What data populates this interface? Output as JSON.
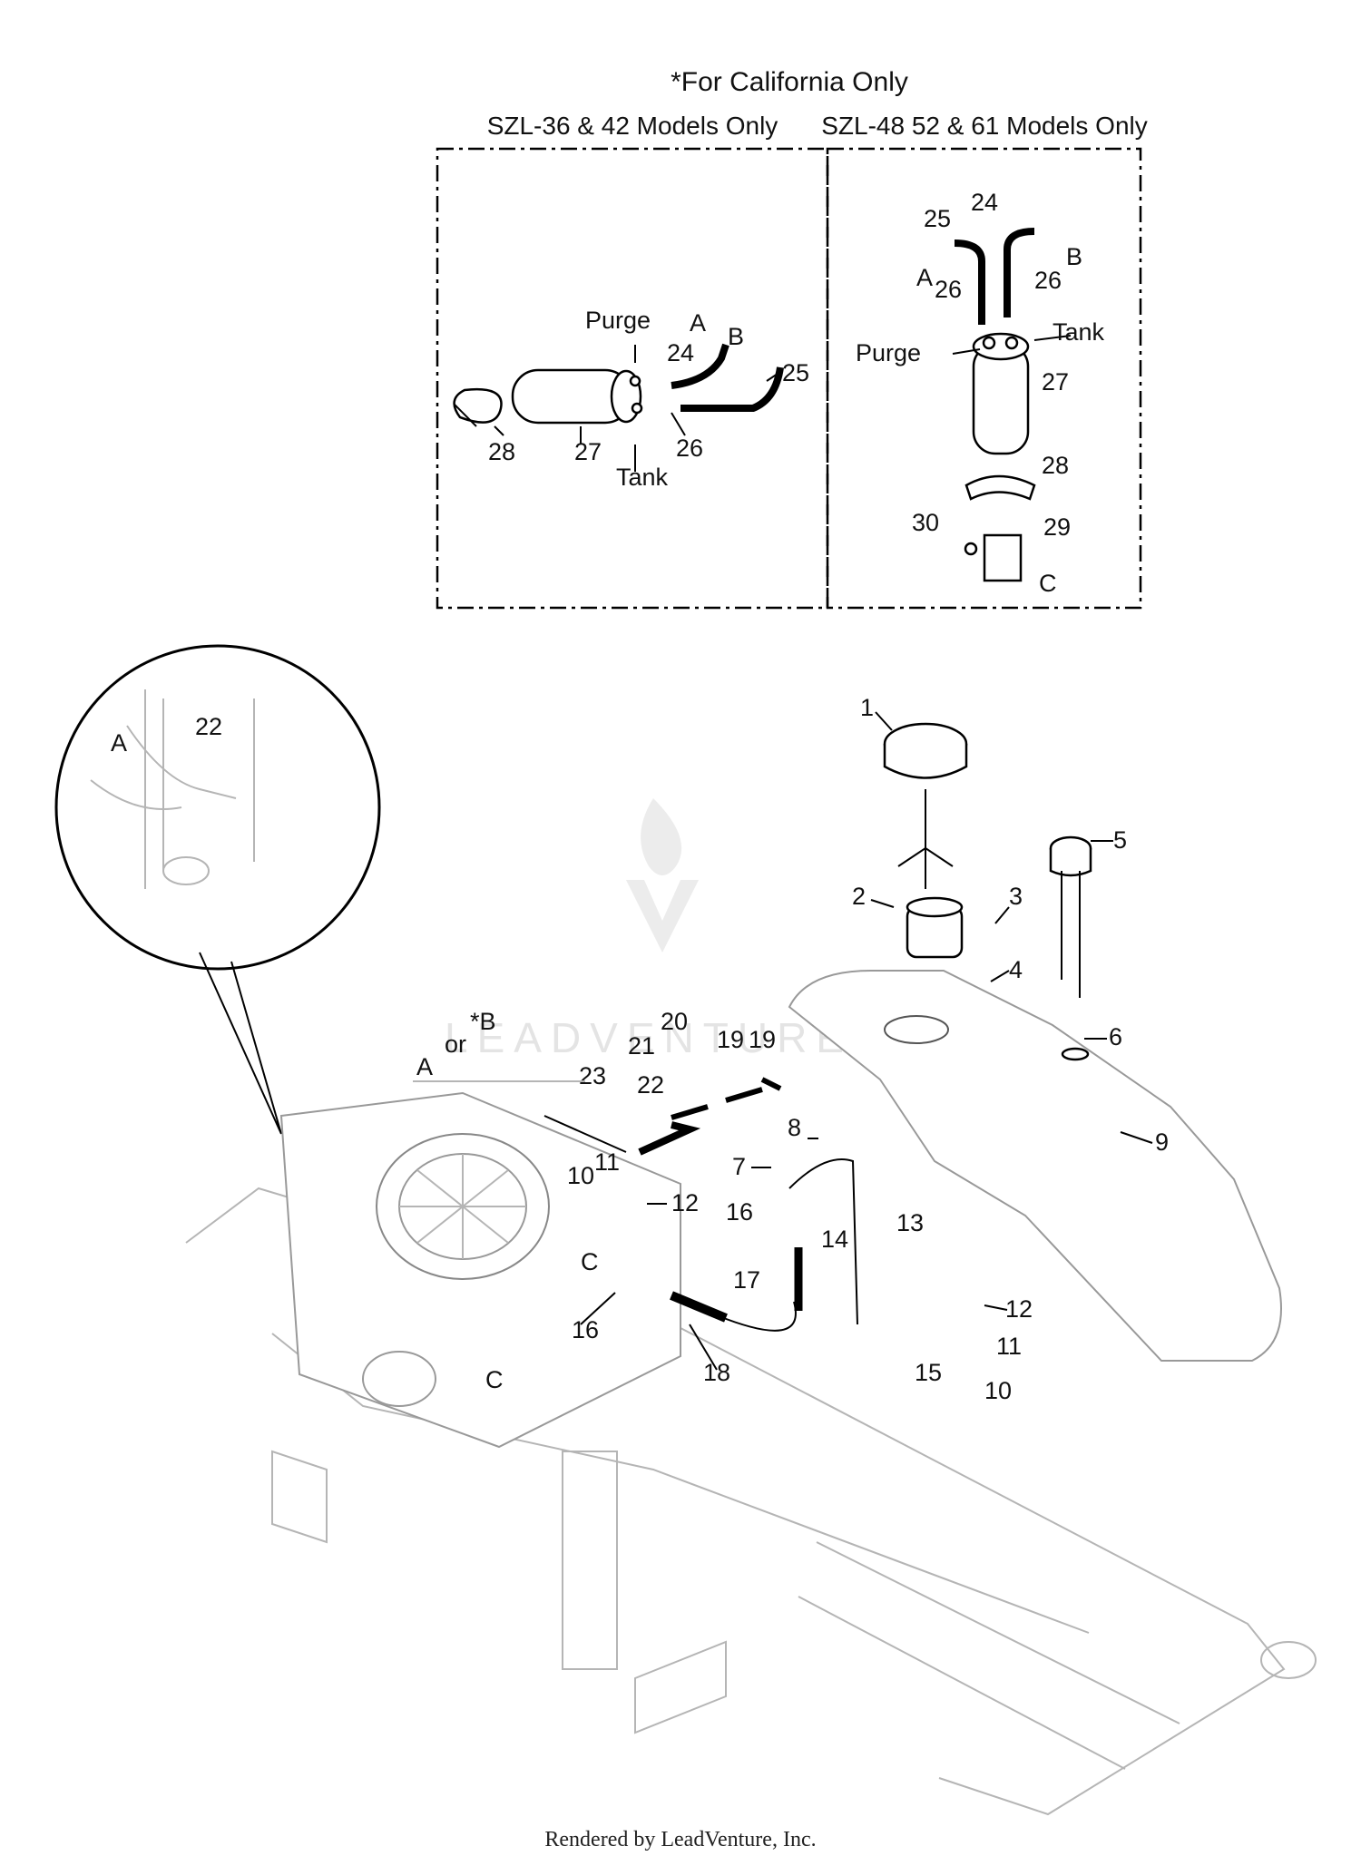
{
  "title": "*For California Only",
  "panels": {
    "left_heading": "SZL-36 & 42 Models Only",
    "right_heading": "SZL-48 52 & 61 Models Only"
  },
  "left_panel_labels": {
    "purge": "Purge",
    "tank": "Tank",
    "a": "A",
    "b": "B",
    "n24": "24",
    "n25": "25",
    "n26": "26",
    "n27": "27",
    "n28": "28"
  },
  "right_panel_labels": {
    "purge": "Purge",
    "tank": "Tank",
    "a": "A",
    "b": "B",
    "c": "C",
    "n24": "24",
    "n25": "25",
    "n26a": "26",
    "n26b": "26",
    "n27": "27",
    "n28": "28",
    "n29": "29",
    "n30": "30"
  },
  "inset_labels": {
    "a": "A",
    "n22": "22"
  },
  "main_labels": {
    "n1": "1",
    "n2": "2",
    "n3": "3",
    "n4": "4",
    "n5": "5",
    "n6": "6",
    "n7": "7",
    "n8": "8",
    "n9": "9",
    "n10a": "10",
    "n10b": "10",
    "n11a": "11",
    "n11b": "11",
    "n12a": "12",
    "n12b": "12",
    "n13": "13",
    "n14": "14",
    "n15": "15",
    "n16a": "16",
    "n16b": "16",
    "n17": "17",
    "n18": "18",
    "n19a": "19",
    "n19b": "19",
    "n20": "20",
    "n21": "21",
    "n22": "22",
    "n23": "23",
    "a": "A",
    "or": "or",
    "starb": "*B",
    "c1": "C",
    "c2": "C"
  },
  "watermark": "LEADVENTURE",
  "footer": "Rendered by LeadVenture, Inc."
}
